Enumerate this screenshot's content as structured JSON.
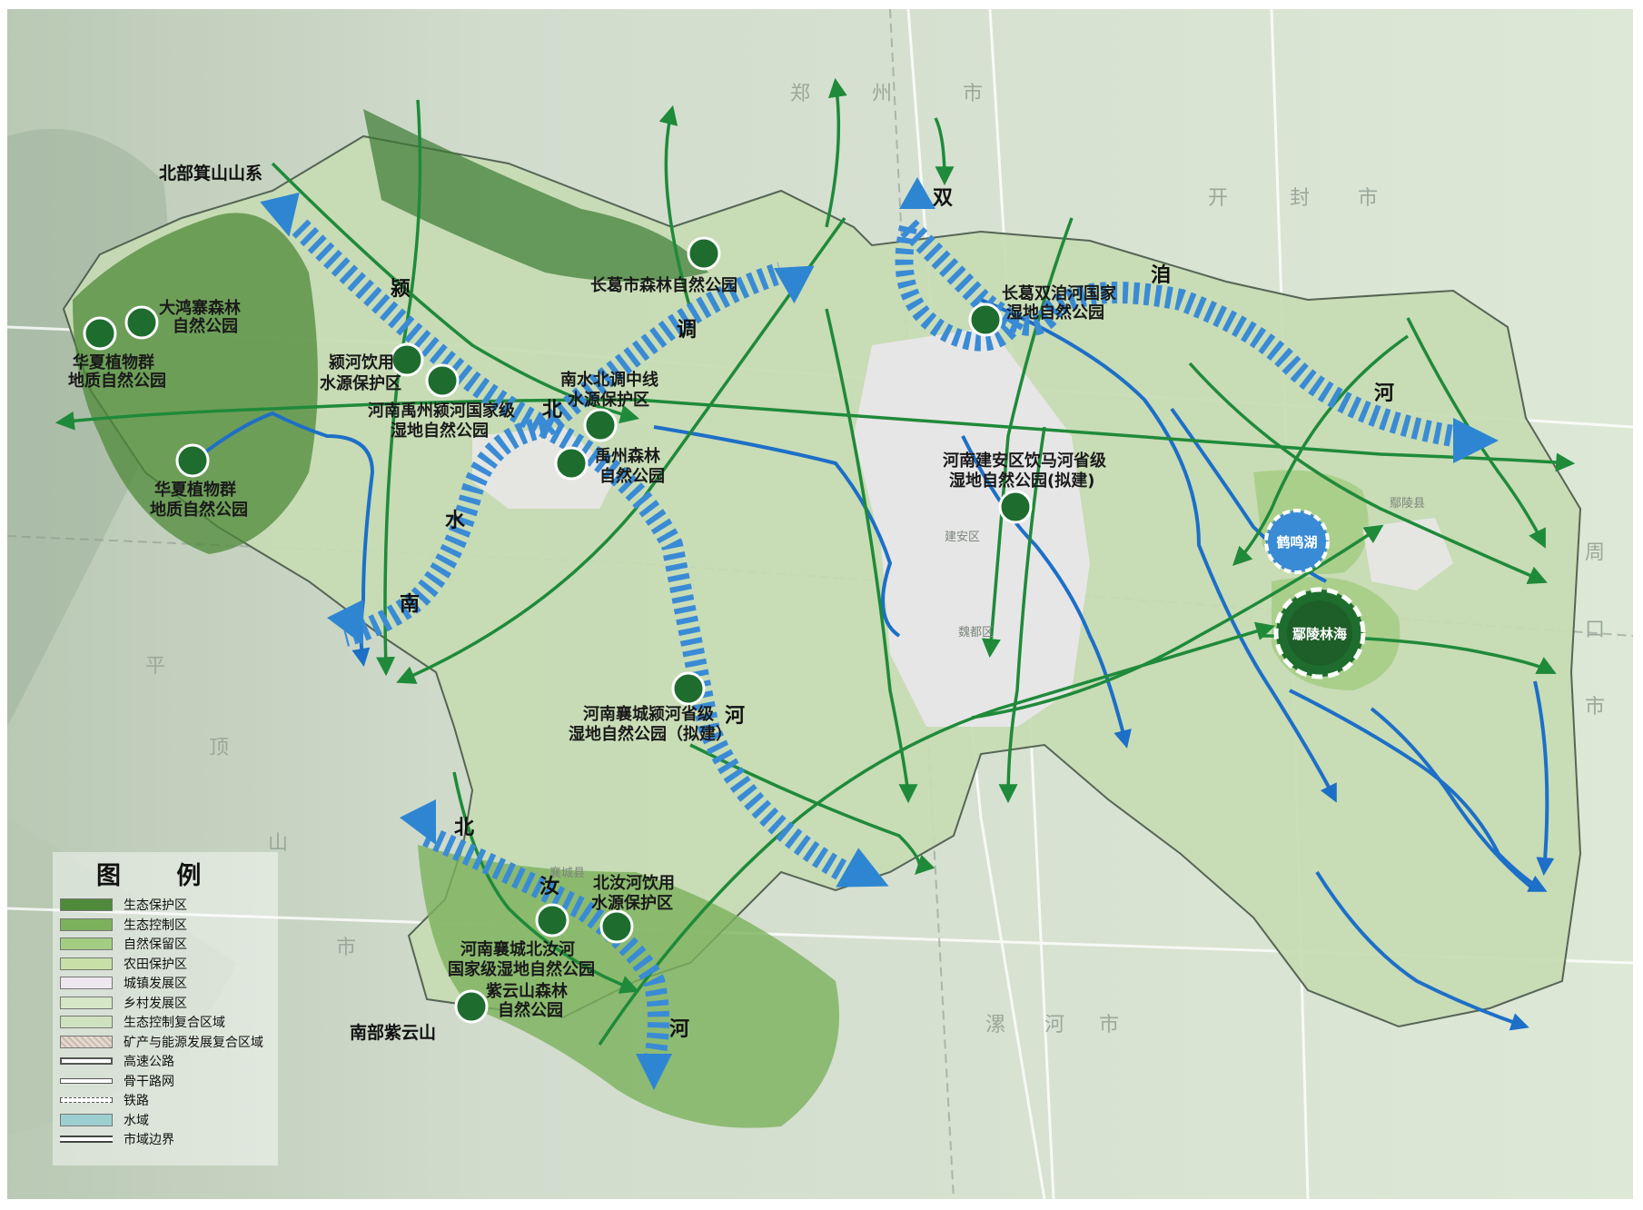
{
  "map": {
    "regions": [
      {
        "id": "north-mountains",
        "label": "北部箕山山系"
      },
      {
        "id": "south-mountains",
        "label": "南部紫云山"
      }
    ],
    "background_places": [
      "郑",
      "州",
      "市",
      "开",
      "封",
      "市",
      "周",
      "口",
      "市",
      "平",
      "顶",
      "山",
      "市",
      "漯",
      "河",
      "市"
    ],
    "districts": [
      "建安区",
      "魏都区",
      "鄢陵县",
      "襄城县"
    ],
    "river_chars": [
      "颍",
      "调",
      "北",
      "水",
      "南",
      "河",
      "双",
      "洎",
      "河",
      "北",
      "汝",
      "河"
    ],
    "parks": [
      {
        "id": "changge-forest",
        "label": [
          "长葛市森林自然公园"
        ]
      },
      {
        "id": "dahongzhai",
        "label": [
          "大鸿寨森林",
          "自然公园"
        ]
      },
      {
        "id": "huaxia-1",
        "label": [
          "华夏植物群",
          "地质自然公园"
        ]
      },
      {
        "id": "yinghe-source",
        "label": [
          "颍河饮用",
          "水源保护区"
        ]
      },
      {
        "id": "yuzhou-wetland",
        "label": [
          "河南禹州颍河国家级",
          "湿地自然公园"
        ]
      },
      {
        "id": "nanshuibeidiao",
        "label": [
          "南水北调中线",
          "水源保护区"
        ]
      },
      {
        "id": "yuzhou-forest",
        "label": [
          "禹州森林",
          "自然公园"
        ]
      },
      {
        "id": "huaxia-2",
        "label": [
          "华夏植物群",
          "地质自然公园"
        ]
      },
      {
        "id": "shuangjihe",
        "label": [
          "长葛双洎河国家",
          "湿地自然公园"
        ]
      },
      {
        "id": "yinmahe",
        "label": [
          "河南建安区饮马河省级",
          "湿地自然公园(拟建)"
        ]
      },
      {
        "id": "xiangcheng-yinghe",
        "label": [
          "河南襄城颍河省级",
          "湿地自然公园（拟建）"
        ]
      },
      {
        "id": "beiruhe-source",
        "label": [
          "北汝河饮用",
          "水源保护区"
        ]
      },
      {
        "id": "beiruhe-wetland",
        "label": [
          "河南襄城北汝河",
          "国家级湿地自然公园"
        ]
      },
      {
        "id": "ziyunshan",
        "label": [
          "紫云山森林",
          "自然公园"
        ]
      }
    ],
    "hubs": [
      {
        "id": "heminghu",
        "label": "鹤鸣湖"
      },
      {
        "id": "yanling-forest",
        "label": "鄢陵林海"
      }
    ]
  },
  "legend": {
    "title": "图 例",
    "items": [
      {
        "label": "生态保护区",
        "color": "#4f8a3a"
      },
      {
        "label": "生态控制区",
        "color": "#7cb15c"
      },
      {
        "label": "自然保留区",
        "color": "#a4cd84"
      },
      {
        "label": "农田保护区",
        "color": "#c8e0a8"
      },
      {
        "label": "城镇发展区",
        "color": "#ece8ee"
      },
      {
        "label": "乡村发展区",
        "color": "#d6e7c8"
      },
      {
        "label": "生态控制复合区域",
        "color": "#cfe2c0"
      },
      {
        "label": "矿产与能源发展复合区域",
        "color": "#e4d8d0"
      },
      {
        "label": "高速公路",
        "color": "#ffffff"
      },
      {
        "label": "骨干路网",
        "color": "#ffffff"
      },
      {
        "label": "铁路",
        "color": "#ffffff"
      },
      {
        "label": "水域",
        "color": "#9ccfcf"
      },
      {
        "label": "市域边界",
        "color": "#ffffff"
      }
    ]
  }
}
